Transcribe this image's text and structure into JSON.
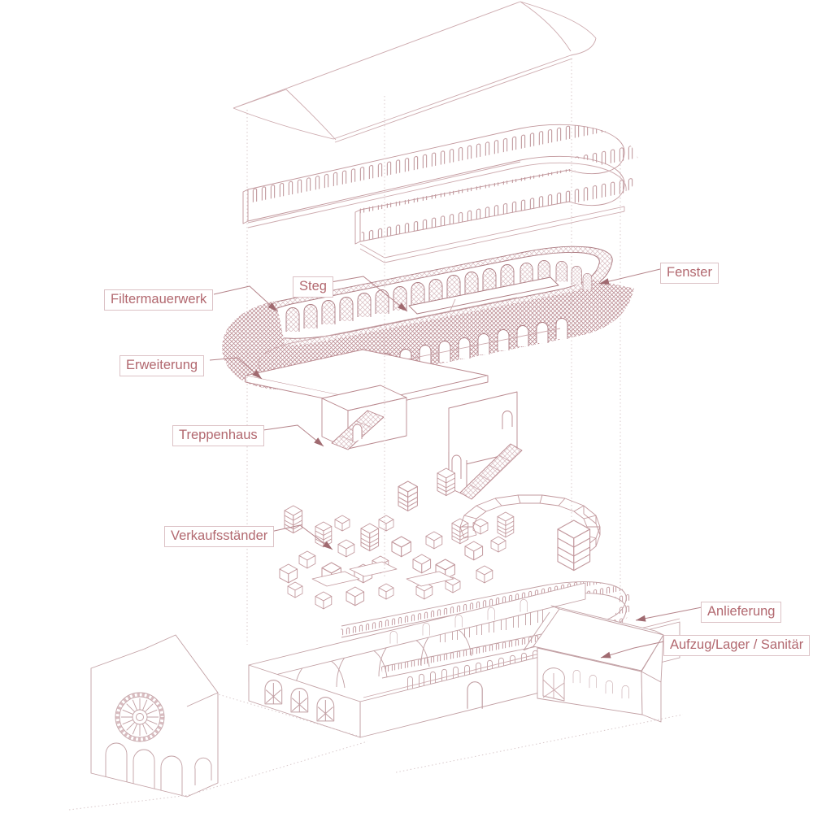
{
  "diagram": {
    "background": "#ffffff",
    "palette": {
      "drawing_line": "#b9888e",
      "drawing_line_light": "#cdaaae",
      "hatch": "#bd8f95",
      "label_text": "#b2686f",
      "label_border": "#dcc2c6",
      "leader_arrow": "#a06a70",
      "guide_dots": "#d9c9cb"
    },
    "labels": {
      "filtermauerwerk": "Filtermauerwerk",
      "steg": "Steg",
      "fenster": "Fenster",
      "erweiterung": "Erweiterung",
      "treppenhaus": "Treppenhaus",
      "verkaufsstaender": "Verkaufsständer",
      "anlieferung": "Anlieferung",
      "aufzug_lager_sanitaer": "Aufzug/Lager / Sanitär"
    }
  }
}
